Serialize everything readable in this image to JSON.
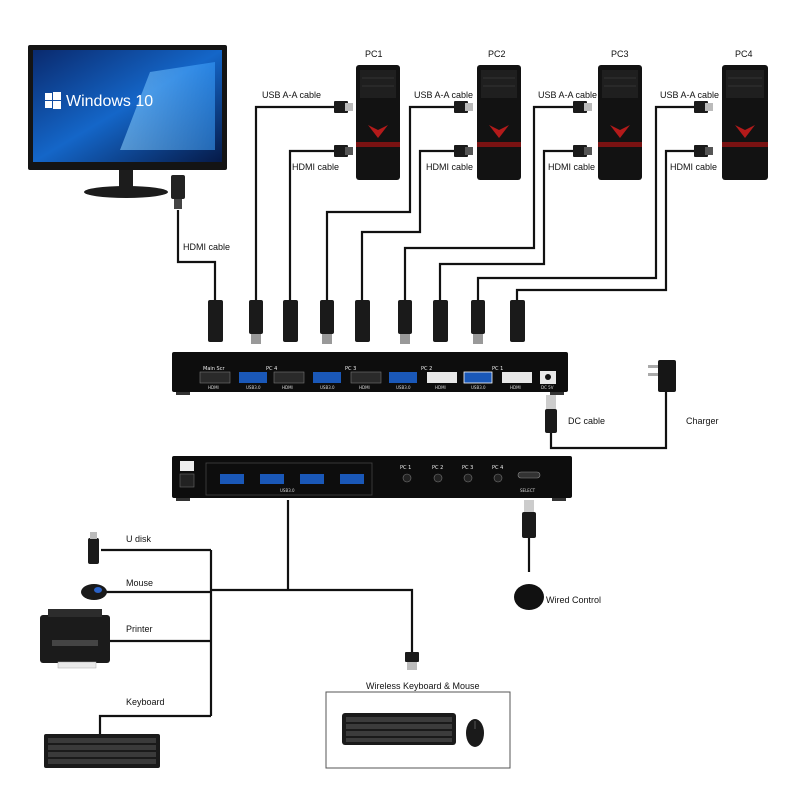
{
  "monitor": {
    "os_label": "Windows 10"
  },
  "pcs": [
    {
      "name": "PC1",
      "usb_cable": "USB A-A cable",
      "hdmi_cable": "HDMI cable"
    },
    {
      "name": "PC2",
      "usb_cable": "USB A-A cable",
      "hdmi_cable": "HDMI cable"
    },
    {
      "name": "PC3",
      "usb_cable": "USB A-A cable",
      "hdmi_cable": "HDMI cable"
    },
    {
      "name": "PC4",
      "usb_cable": "USB A-A cable",
      "hdmi_cable": "HDMI cable"
    }
  ],
  "monitor_cable": "HDMI cable",
  "kvm_back": {
    "group_labels": [
      "Main Scr",
      "PC 4",
      "PC 3",
      "PC 2",
      "PC 1"
    ],
    "port_labels": [
      "HDMI",
      "USB3.0",
      "HDMI",
      "USB3.0",
      "HDMI",
      "USB3.0",
      "HDMI",
      "USB3.0",
      "HDMI",
      "DC 5V"
    ]
  },
  "kvm_front": {
    "usb_label": "USB3.0",
    "pc_labels": [
      "PC 1",
      "PC 2",
      "PC 3",
      "PC 4"
    ],
    "select_label": "SELECT"
  },
  "power": {
    "dc_cable": "DC cable",
    "charger": "Charger"
  },
  "wired_control": "Wired Control",
  "peripherals": {
    "u_disk": "U disk",
    "mouse": "Mouse",
    "printer": "Printer",
    "keyboard": "Keyboard",
    "wireless": "Wireless Keyboard & Mouse"
  }
}
